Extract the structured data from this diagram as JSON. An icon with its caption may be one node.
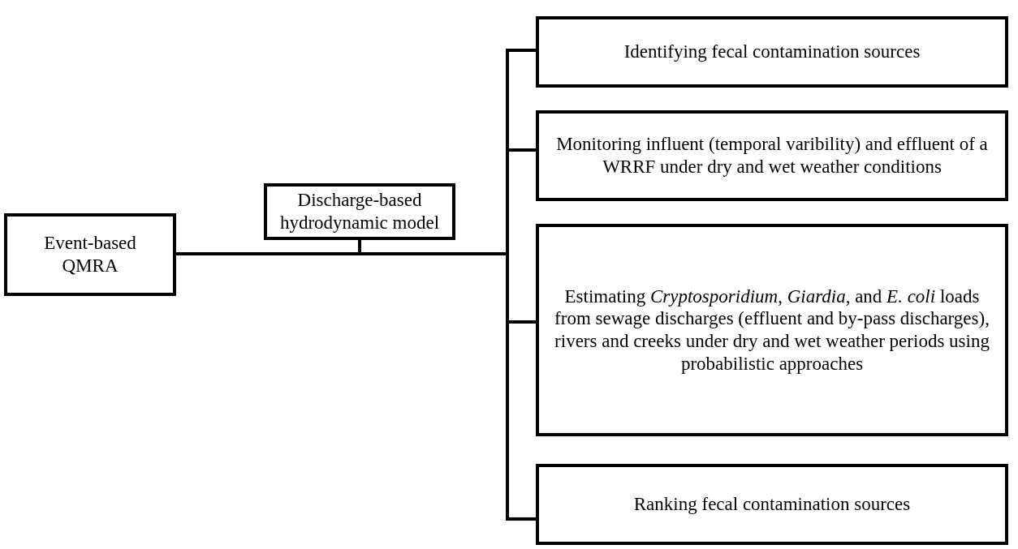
{
  "diagram": {
    "nodes": [
      {
        "text": [
          "Event-based QMRA"
        ]
      },
      {
        "text": [
          "Discharge-based hydrodynamic model"
        ]
      },
      {
        "text": [
          "Identifying fecal contamination sources"
        ]
      },
      {
        "text": [
          "Monitoring influent (temporal varibility) and effluent of a WRRF under dry and wet weather conditions"
        ]
      },
      {
        "text": [
          "Estimating *Cryptosporidium*, *Giardia*, and *E. coli* loads from sewage discharges (effluent and by-pass discharges), rivers and creeks under dry and wet weather periods using probabilistic approaches"
        ]
      },
      {
        "text": [
          "Ranking fecal contamination sources"
        ]
      }
    ],
    "edges": [
      {
        "from": 0,
        "to": 2,
        "arrow": "none"
      },
      {
        "from": 0,
        "to": 3,
        "arrow": "none"
      },
      {
        "from": 0,
        "to": 4,
        "arrow": "none"
      },
      {
        "from": 0,
        "to": 5,
        "arrow": "none"
      },
      {
        "from": 1,
        "to": 2,
        "arrow": "none"
      },
      {
        "from": 1,
        "to": 3,
        "arrow": "none"
      },
      {
        "from": 1,
        "to": 4,
        "arrow": "none"
      },
      {
        "from": 1,
        "to": 5,
        "arrow": "none"
      }
    ]
  }
}
